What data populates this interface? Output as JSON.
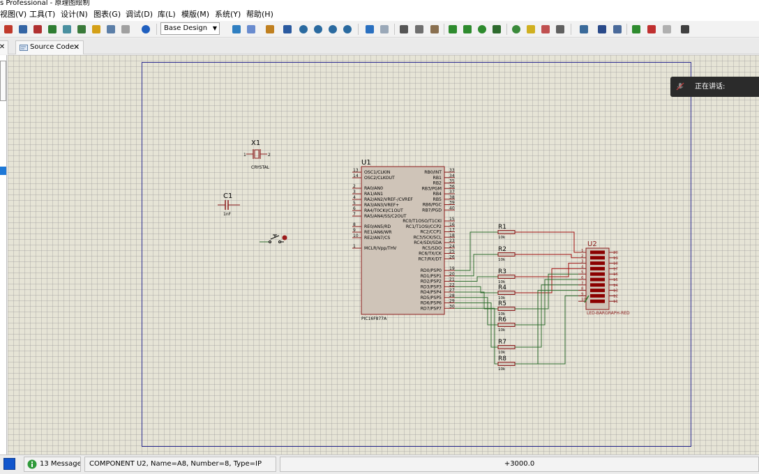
{
  "window": {
    "title": "s Professional - 原理图绘制"
  },
  "menu": {
    "items": [
      "视图(V)",
      "工具(T)",
      "设计(N)",
      "图表(G)",
      "调试(D)",
      "库(L)",
      "模版(M)",
      "系统(Y)",
      "帮助(H)"
    ]
  },
  "toolbar": {
    "design_select": "Base Design"
  },
  "tabs": {
    "close_glyph": "✕",
    "source_code": "Source Code"
  },
  "overlay": {
    "speaking": "正在讲话:"
  },
  "schematic": {
    "x1": {
      "ref": "X1",
      "value": "CRYSTAL",
      "pin1": "1",
      "pin2": "2"
    },
    "c1": {
      "ref": "C1",
      "value": "1nF"
    },
    "u1": {
      "ref": "U1",
      "part": "PIC16F877A",
      "left_pins": [
        {
          "num": "13",
          "name": "OSC1/CLKIN"
        },
        {
          "num": "14",
          "name": "OSC2/CLKOUT"
        },
        {
          "num": "2",
          "name": "RA0/AN0"
        },
        {
          "num": "3",
          "name": "RA1/AN1"
        },
        {
          "num": "4",
          "name": "RA2/AN2/VREF-/CVREF"
        },
        {
          "num": "5",
          "name": "RA3/AN3/VREF+"
        },
        {
          "num": "6",
          "name": "RA4/T0CKI/C1OUT"
        },
        {
          "num": "7",
          "name": "RA5/AN4/SS/C2OUT"
        },
        {
          "num": "8",
          "name": "RE0/AN5/RD"
        },
        {
          "num": "9",
          "name": "RE1/AN6/WR"
        },
        {
          "num": "10",
          "name": "RE2/AN7/CS"
        },
        {
          "num": "1",
          "name": "MCLR/Vpp/THV"
        }
      ],
      "right_pins": [
        {
          "num": "33",
          "name": "RB0/INT"
        },
        {
          "num": "34",
          "name": "RB1"
        },
        {
          "num": "35",
          "name": "RB2"
        },
        {
          "num": "36",
          "name": "RB3/PGM"
        },
        {
          "num": "37",
          "name": "RB4"
        },
        {
          "num": "38",
          "name": "RB5"
        },
        {
          "num": "39",
          "name": "RB6/PGC"
        },
        {
          "num": "40",
          "name": "RB7/PGD"
        },
        {
          "num": "15",
          "name": "RC0/T1OSO/T1CKI"
        },
        {
          "num": "16",
          "name": "RC1/T1OSI/CCP2"
        },
        {
          "num": "17",
          "name": "RC2/CCP1"
        },
        {
          "num": "18",
          "name": "RC3/SCK/SCL"
        },
        {
          "num": "23",
          "name": "RC4/SDI/SDA"
        },
        {
          "num": "24",
          "name": "RC5/SDO"
        },
        {
          "num": "25",
          "name": "RC6/TX/CK"
        },
        {
          "num": "26",
          "name": "RC7/RX/DT"
        },
        {
          "num": "19",
          "name": "RD0/PSP0"
        },
        {
          "num": "20",
          "name": "RD1/PSP1"
        },
        {
          "num": "21",
          "name": "RD2/PSP2"
        },
        {
          "num": "22",
          "name": "RD3/PSP3"
        },
        {
          "num": "27",
          "name": "RD4/PSP4"
        },
        {
          "num": "28",
          "name": "RD5/PSP5"
        },
        {
          "num": "29",
          "name": "RD6/PSP6"
        },
        {
          "num": "30",
          "name": "RD7/PSP7"
        }
      ]
    },
    "resistors": [
      {
        "ref": "R1",
        "value": "10k"
      },
      {
        "ref": "R2",
        "value": "10k"
      },
      {
        "ref": "R3",
        "value": "10k"
      },
      {
        "ref": "R4",
        "value": "10k"
      },
      {
        "ref": "R5",
        "value": "10k"
      },
      {
        "ref": "R6",
        "value": "10k"
      },
      {
        "ref": "R7",
        "value": "10k"
      },
      {
        "ref": "R8",
        "value": "10k"
      }
    ],
    "u2": {
      "ref": "U2",
      "part": "LED-BARGRAPH-RED",
      "left_pins": [
        "1",
        "2",
        "3",
        "4",
        "5",
        "6",
        "7",
        "8",
        "9",
        "10"
      ],
      "right_pins": [
        "20",
        "19",
        "18",
        "17",
        "16",
        "15",
        "14",
        "13",
        "12",
        "11"
      ]
    }
  },
  "status": {
    "messages": "13 Message...",
    "selection": "COMPONENT U2, Name=A8, Number=8, Type=IP",
    "coord": "+3000.0"
  },
  "colors": {
    "wire": "#2d6b2d",
    "component": "#8b1a1a",
    "sheet_border": "#2b2b8f",
    "canvas_bg": "#e6e4d6"
  }
}
